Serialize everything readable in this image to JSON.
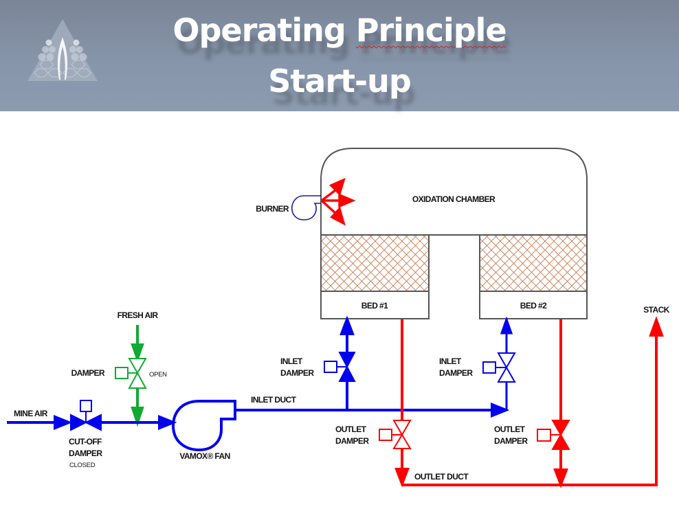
{
  "header": {
    "title_line1_word1": "Operating",
    "title_line1_word2": "Principle",
    "title_line2": "Start-up",
    "logo": "flame-triangle-logo-icon"
  },
  "colors": {
    "inlet_flow": "#0000ee",
    "outlet_flow": "#ff0000",
    "fresh_air_flow": "#11aa33",
    "vessel_outline": "#555555",
    "bed_media_hatch": "#c87a50",
    "burner": "#1a1aa8"
  },
  "diagram": {
    "oxidation_chamber": "OXIDATION CHAMBER",
    "burner": "BURNER",
    "bed1": "BED #1",
    "bed2": "BED #2",
    "fresh_air": "FRESH AIR",
    "damper": "DAMPER",
    "damper_state": "OPEN",
    "mine_air": "MINE AIR",
    "cutoff_line1": "CUT-OFF",
    "cutoff_line2": "DAMPER",
    "cutoff_state": "CLOSED",
    "fan": "VAMOX® FAN",
    "inlet_duct": "INLET DUCT",
    "inlet_damper1_line1": "INLET",
    "inlet_damper1_line2": "DAMPER",
    "inlet_damper2_line1": "INLET",
    "inlet_damper2_line2": "DAMPER",
    "outlet_damper1_line1": "OUTLET",
    "outlet_damper1_line2": "DAMPER",
    "outlet_damper2_line1": "OUTLET",
    "outlet_damper2_line2": "DAMPER",
    "outlet_duct": "OUTLET DUCT",
    "stack": "STACK",
    "valve_states": {
      "cutoff_damper": "closed",
      "fresh_air_damper": "open",
      "inlet_damper_bed1": "closed",
      "inlet_damper_bed2": "open",
      "outlet_damper_bed1": "open",
      "outlet_damper_bed2": "closed"
    }
  }
}
